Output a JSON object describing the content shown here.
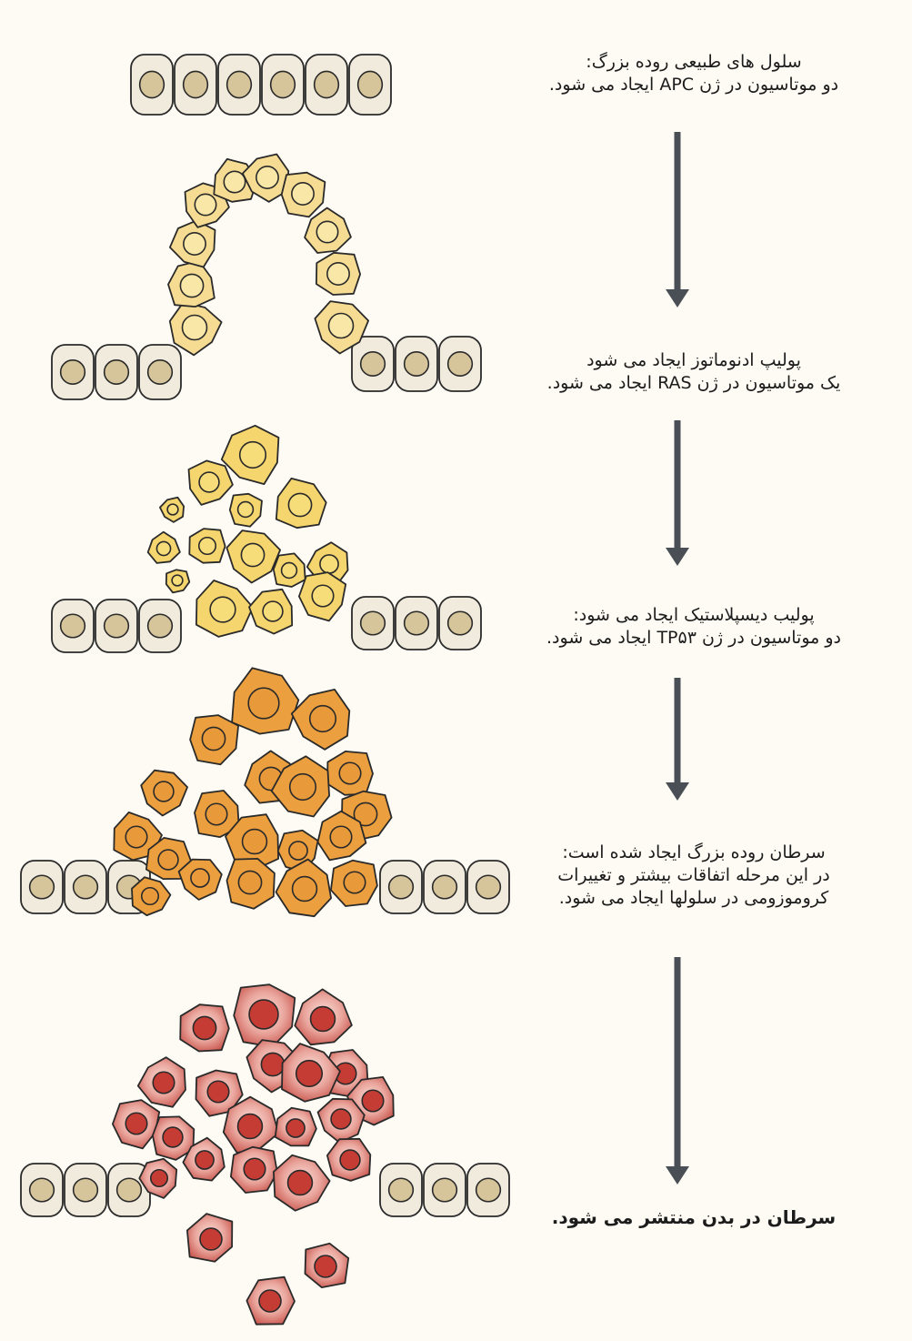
{
  "stages": [
    {
      "lines": [
        "سلول های طبیعی روده بزرگ:",
        "دو موتاسیون در ژن APC  ایجاد می شود."
      ]
    },
    {
      "lines": [
        "پولیپ ادنوماتوز ایجاد می شود",
        "یک موتاسیون در ژن RAS  ایجاد می شود."
      ]
    },
    {
      "lines": [
        "پولیب دیسپلاستیک ایجاد می شود:",
        "دو موتاسیون در ژن TP۵۳ ایجاد می شود."
      ]
    },
    {
      "lines": [
        "سرطان روده بزرگ ایجاد شده است:",
        "در این مرحله اتفاقات بیشتر و تغییرات",
        "کروموزومی در سلولها ایجاد می شود."
      ]
    },
    {
      "lines": [
        "سرطان در بدن منتشر می شود."
      ]
    }
  ],
  "colors": {
    "normal_cell": "#f0ebdd",
    "normal_nucleus": "#d6c49a",
    "adenoma_cell": "#f6dc93",
    "adenoma_nucleus": "#f9e7a8",
    "dysplastic_cell": "#f5d56e",
    "dysplastic_nucleus": "#f7dd7a",
    "carcinoma_cell": "#eb9f3e",
    "carcinoma_nucleus": "#e89a3a",
    "metastatic_cell": "#d36a63",
    "metastatic_nucleus": "#c43c34",
    "arrow": "#4a4f56"
  }
}
